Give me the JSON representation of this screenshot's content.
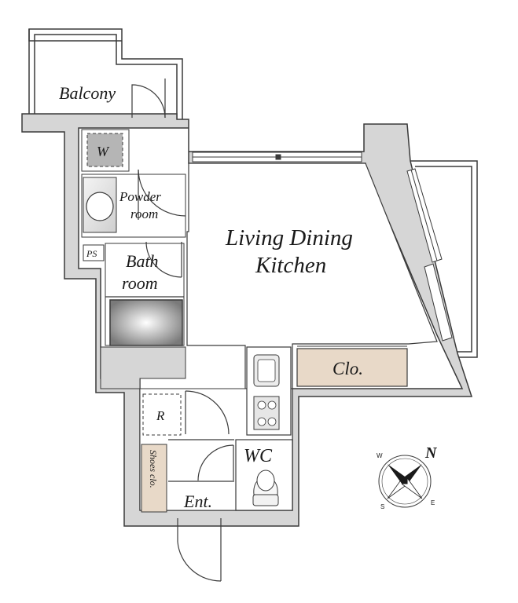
{
  "rooms": {
    "balcony": "Balcony",
    "washer": "W",
    "powder_room_line1": "Powder",
    "powder_room_line2": "room",
    "ps": "PS",
    "bath_room_line1": "Bath",
    "bath_room_line2": "room",
    "ldk_line1": "Living Dining",
    "ldk_line2": "Kitchen",
    "closet": "Clo.",
    "refrigerator": "R",
    "shoes_closet": "Shoes clo.",
    "wc": "WC",
    "entrance": "Ent."
  },
  "compass": {
    "north": "N",
    "east": "E",
    "south": "S",
    "west": "W"
  },
  "colors": {
    "wall_fill": "#d6d6d6",
    "wall_stroke": "#3a3a3a",
    "closet_fill": "#e8d9c8",
    "washer_fill": "#b5b5b5"
  }
}
